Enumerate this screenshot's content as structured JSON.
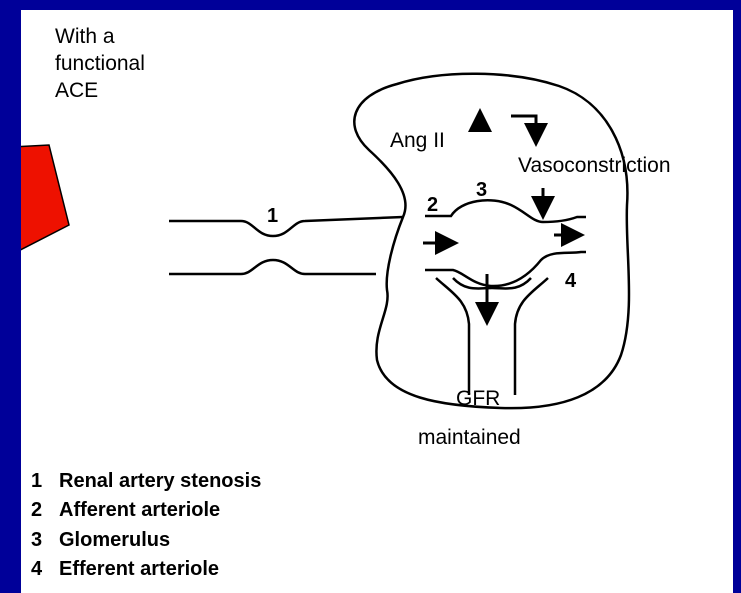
{
  "intro": [
    "With a",
    "functional",
    "ACE"
  ],
  "labels": {
    "ang_ii": "Ang II",
    "vasoconstriction": "Vasoconstriction",
    "gfr": "GFR",
    "maintained": "maintained",
    "n1": "1",
    "n2": "2",
    "n3": "3",
    "n4": "4"
  },
  "legend": [
    {
      "num": "1",
      "text": "Renal artery stenosis"
    },
    {
      "num": "2",
      "text": "Afferent arteriole"
    },
    {
      "num": "3",
      "text": "Glomerulus"
    },
    {
      "num": "4",
      "text": "Efferent arteriole"
    }
  ],
  "colors": {
    "background": "#000099",
    "panel": "#ffffff",
    "arrow": "#ee1100",
    "ink": "#000000"
  }
}
